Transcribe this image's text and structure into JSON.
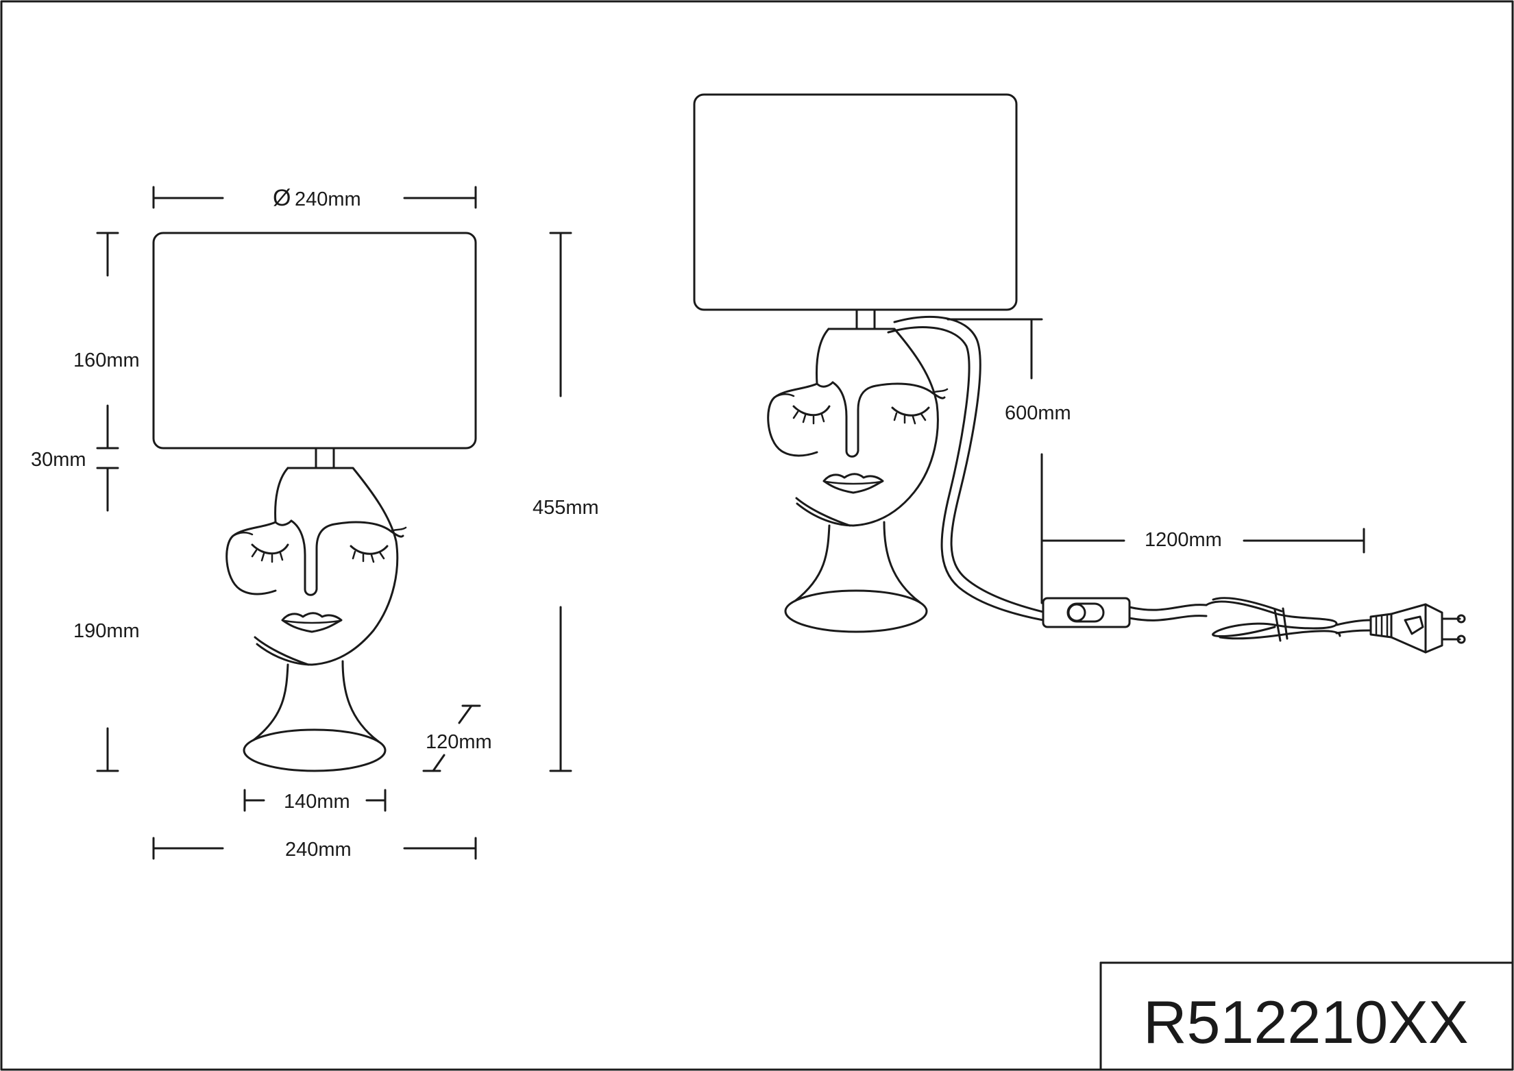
{
  "model_code": "R512210XX",
  "dimensions": {
    "shade_diameter": "240mm",
    "shade_height": "160mm",
    "neck_height": "30mm",
    "body_height": "190mm",
    "total_height": "455mm",
    "base_depth": "120mm",
    "base_width": "140mm",
    "overall_width": "240mm",
    "cable_to_switch": "600mm",
    "cable_to_plug": "1200mm"
  },
  "symbols": {
    "diameter_symbol": "Ø"
  },
  "icons": [
    "lamp-front-drawing",
    "lamp-cable-drawing",
    "inline-switch-icon",
    "euro-plug-icon"
  ]
}
